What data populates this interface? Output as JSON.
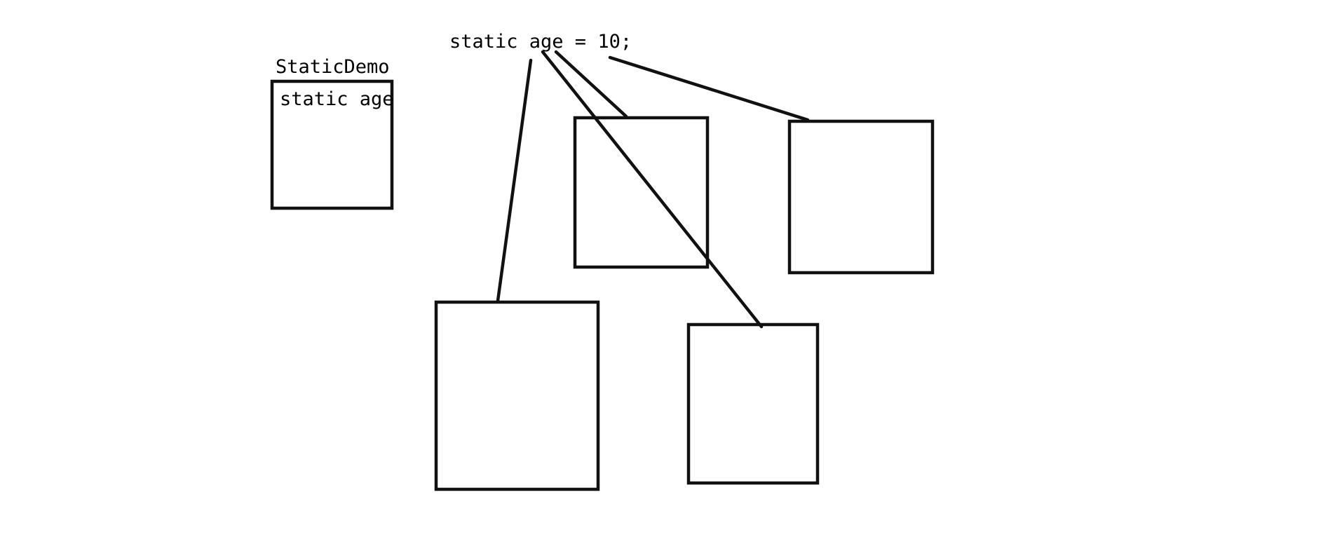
{
  "diagram": {
    "class_name": "StaticDemo",
    "class_field": "static age",
    "static_declaration": "static age = 10;"
  },
  "colors": {
    "background": "#ffffff",
    "ink": "#111111"
  }
}
